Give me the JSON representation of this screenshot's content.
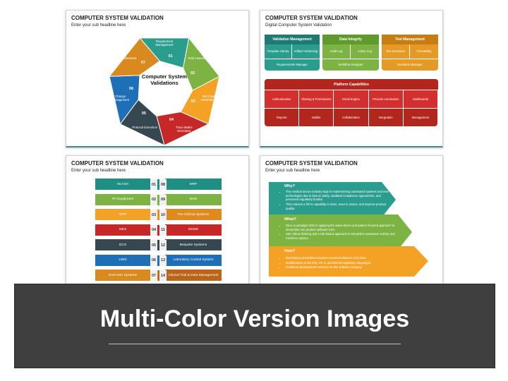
{
  "slide1": {
    "title": "COMPUTER SYSTEM VALIDATION",
    "subtitle": "Enter your sub headline here",
    "center": "Computer System Validations",
    "segments": [
      {
        "num": "01",
        "label": "Requirement Management",
        "color": "#2a9d8f"
      },
      {
        "num": "02",
        "label": "Risk Assessment",
        "color": "#7cb342"
      },
      {
        "num": "03",
        "label": "Test Case Generation",
        "color": "#f4a226"
      },
      {
        "num": "04",
        "label": "Trace Matrix Generator",
        "color": "#c62828"
      },
      {
        "num": "05",
        "label": "Protocol Execution",
        "color": "#37474f"
      },
      {
        "num": "06",
        "label": "Change Management",
        "color": "#1e6fb5"
      },
      {
        "num": "07",
        "label": "Retirement",
        "color": "#d98a1e"
      }
    ]
  },
  "slide2": {
    "title": "COMPUTER SYSTEM VALIDATION",
    "subtitle": "Digital Computer System Validation",
    "columns": [
      {
        "title": "Validation Management",
        "color": "#1f7a74",
        "light": "#2a9d8f",
        "items": [
          "Template Library",
          "Artifact Versioning"
        ],
        "footer": "Requirements Manager"
      },
      {
        "title": "Data Integrity",
        "color": "#5f9a2d",
        "light": "#7cb342",
        "items": [
          "Audit Log",
          "Action Log"
        ],
        "footer": "Workflow Designer"
      },
      {
        "title": "Test Management",
        "color": "#c77d12",
        "light": "#e59a26",
        "items": [
          "Test Execution",
          "Traceability"
        ],
        "footer": "Deviation Manager"
      }
    ],
    "platform": {
      "title": "Platform Capabilities",
      "row1": [
        "Authentication",
        "Sharing & Permissions",
        "Email Engine",
        "Process Automation",
        "Dashboards"
      ],
      "row2": [
        "Reports",
        "Mobile",
        "Collaboration",
        "Integration",
        "Management"
      ],
      "color": "#b3261e",
      "light": "#d32f2f"
    }
  },
  "slide3": {
    "title": "COMPUTER SYSTEM VALIDATION",
    "subtitle": "Enter your sub headline here",
    "left": [
      {
        "label": "SCADA",
        "num": "01",
        "color": "#1f8f83"
      },
      {
        "label": "PA Equipment",
        "num": "02",
        "color": "#7cb342"
      },
      {
        "label": "ERP",
        "num": "03",
        "color": "#f4a226"
      },
      {
        "label": "MES",
        "num": "04",
        "color": "#c62828"
      },
      {
        "label": "DCS",
        "num": "05",
        "color": "#37474f"
      },
      {
        "label": "LIMS",
        "num": "06",
        "color": "#1e6fb5"
      },
      {
        "label": "End-User Systems",
        "num": "07",
        "color": "#d98a1e"
      }
    ],
    "right": [
      {
        "label": "MRP",
        "num": "08",
        "color": "#1f8f83"
      },
      {
        "label": "MHS",
        "num": "09",
        "color": "#7cb342"
      },
      {
        "label": "Pre-Clinical Systems",
        "num": "10",
        "color": "#e08a1e"
      },
      {
        "label": "EDMS",
        "num": "11",
        "color": "#c62828"
      },
      {
        "label": "Bespoke Systems",
        "num": "12",
        "color": "#37474f"
      },
      {
        "label": "Laboratory Control System",
        "num": "13",
        "color": "#1e6fb5"
      },
      {
        "label": "Clinical Trial & Data Management",
        "num": "14",
        "color": "#b9651a"
      }
    ]
  },
  "slide4": {
    "title": "COMPUTER SYSTEM VALIDATION",
    "subtitle": "Enter your sub headline here",
    "sections": [
      {
        "heading": "Why?",
        "color": "#2a9d8f",
        "bullets": [
          "The medical device industry lags in implementing automated systems and new technologies due to lack of clarity, outdated compliance approaches, and perceived regulatory burden.",
          "This reduces a firm's capability to learn, react to issues, and improve product quality."
        ]
      },
      {
        "heading": "What?",
        "color": "#7cb342",
        "bullets": [
          "Drive a paradigm shift in applying the value-driven and pattern focused approach to streamline non product software CSV",
          "Use critical thinking and a risk-based approach to streamline assurance activity and evidence capture."
        ]
      },
      {
        "heading": "How?",
        "color": "#f4a226",
        "bullets": [
          "Developing streamlined practice recommendations and pilots.",
          "Modifications to the 820, FR 11 and 820.50 regulatory languages.",
          "Guidance development centered on this software category"
        ]
      }
    ]
  },
  "banner": {
    "text": "Multi-Color Version Images"
  }
}
